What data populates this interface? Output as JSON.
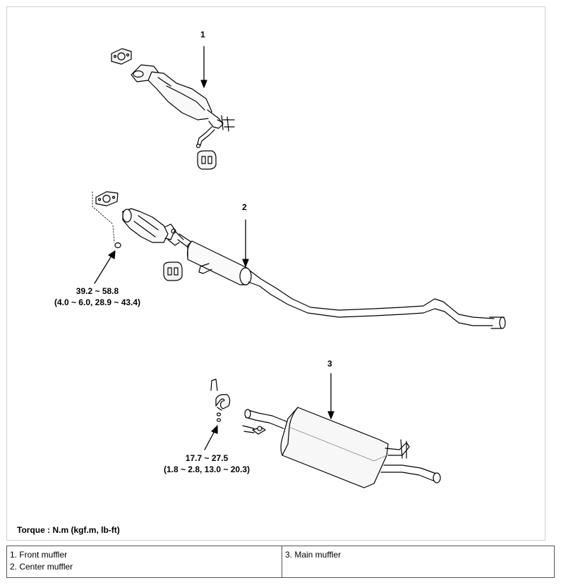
{
  "callouts": {
    "front_muffler": "1",
    "center_muffler": "2",
    "main_muffler": "3"
  },
  "torque_specs": {
    "flange_nuts": {
      "nm": "39.2 ~ 58.8",
      "alt": "(4.0 ~ 6.0, 28.9 ~ 43.4)"
    },
    "rear_bolt": {
      "nm": "17.7 ~ 27.5",
      "alt": "(1.8 ~ 2.8, 13.0 ~ 20.3)"
    }
  },
  "torque_note": "Torque : N.m (kgf.m, lb-ft)",
  "legend": {
    "col1": [
      "1. Front muffler",
      "2. Center muffler"
    ],
    "col2": [
      "3. Main muffler"
    ]
  }
}
